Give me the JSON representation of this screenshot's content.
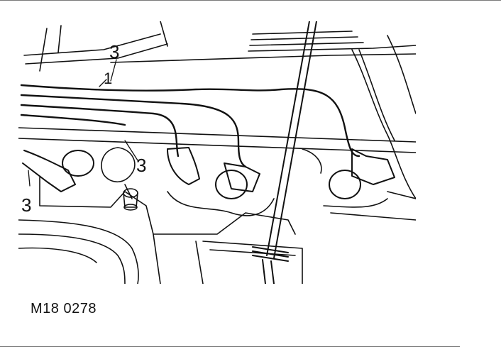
{
  "figure": {
    "caption": "M18 0278",
    "callouts": [
      "3",
      "1",
      "3",
      "3"
    ]
  },
  "colors": {
    "line": "#111111",
    "rule": "#7a7a7a",
    "background": "#ffffff"
  }
}
